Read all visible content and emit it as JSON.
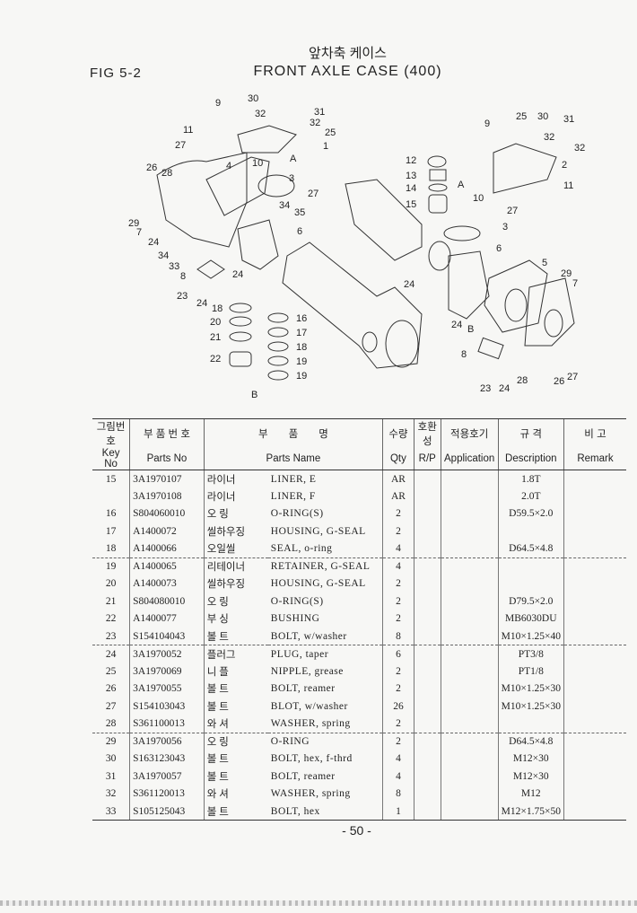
{
  "header": {
    "fig": "FIG 5-2",
    "title_ko": "앞차축 케이스",
    "title_en": "FRONT AXLE CASE (400)"
  },
  "diagram": {
    "callouts": [
      "9",
      "30",
      "32",
      "31",
      "32",
      "25",
      "1",
      "11",
      "27",
      "26",
      "28",
      "4",
      "10",
      "A",
      "3",
      "27",
      "34",
      "35",
      "29",
      "7",
      "24",
      "6",
      "34",
      "33",
      "8",
      "24",
      "23",
      "24",
      "18",
      "20",
      "21",
      "22",
      "16",
      "17",
      "18",
      "19",
      "19",
      "B",
      "9",
      "25",
      "30",
      "31",
      "32",
      "32",
      "2",
      "11",
      "12",
      "13",
      "14",
      "15",
      "A",
      "10",
      "27",
      "3",
      "6",
      "5",
      "29",
      "7",
      "24",
      "24",
      "B",
      "8",
      "23",
      "24",
      "28",
      "26",
      "27"
    ]
  },
  "table": {
    "headers_ko": [
      "그림번호",
      "부 품 번 호",
      "부　　품　　명",
      "수량",
      "호환성",
      "적용호기",
      "규 격",
      "비 고"
    ],
    "headers_en": [
      "Key No",
      "Parts No",
      "Parts Name",
      "Qty",
      "R/P",
      "Application",
      "Description",
      "Remark"
    ],
    "rows": [
      {
        "key": "15",
        "part_no": "3A1970107",
        "name_ko": "라이너",
        "name_en": "LINER, E",
        "qty": "AR",
        "desc": "1.8T"
      },
      {
        "key": "",
        "part_no": "3A1970108",
        "name_ko": "라이너",
        "name_en": "LINER, F",
        "qty": "AR",
        "desc": "2.0T"
      },
      {
        "key": "16",
        "part_no": "S804060010",
        "name_ko": "오 링",
        "name_en": "O-RING(S)",
        "qty": "2",
        "desc": "D59.5×2.0"
      },
      {
        "key": "17",
        "part_no": "A1400072",
        "name_ko": "씰하우징",
        "name_en": "HOUSING, G-SEAL",
        "qty": "2",
        "desc": ""
      },
      {
        "key": "18",
        "part_no": "A1400066",
        "name_ko": "오일씰",
        "name_en": "SEAL, o-ring",
        "qty": "4",
        "desc": "D64.5×4.8"
      },
      {
        "key": "19",
        "part_no": "A1400065",
        "name_ko": "리테이너",
        "name_en": "RETAINER, G-SEAL",
        "qty": "4",
        "desc": ""
      },
      {
        "key": "20",
        "part_no": "A1400073",
        "name_ko": "씰하우징",
        "name_en": "HOUSING, G-SEAL",
        "qty": "2",
        "desc": ""
      },
      {
        "key": "21",
        "part_no": "S804080010",
        "name_ko": "오 링",
        "name_en": "O-RING(S)",
        "qty": "2",
        "desc": "D79.5×2.0"
      },
      {
        "key": "22",
        "part_no": "A1400077",
        "name_ko": "부 싱",
        "name_en": "BUSHING",
        "qty": "2",
        "desc": "MB6030DU"
      },
      {
        "key": "23",
        "part_no": "S154104043",
        "name_ko": "볼 트",
        "name_en": "BOLT, w/washer",
        "qty": "8",
        "desc": "M10×1.25×40"
      },
      {
        "key": "24",
        "part_no": "3A1970052",
        "name_ko": "플러그",
        "name_en": "PLUG, taper",
        "qty": "6",
        "desc": "PT3/8"
      },
      {
        "key": "25",
        "part_no": "3A1970069",
        "name_ko": "니 플",
        "name_en": "NIPPLE, grease",
        "qty": "2",
        "desc": "PT1/8"
      },
      {
        "key": "26",
        "part_no": "3A1970055",
        "name_ko": "볼 트",
        "name_en": "BOLT, reamer",
        "qty": "2",
        "desc": "M10×1.25×30"
      },
      {
        "key": "27",
        "part_no": "S154103043",
        "name_ko": "볼 트",
        "name_en": "BLOT, w/washer",
        "qty": "26",
        "desc": "M10×1.25×30"
      },
      {
        "key": "28",
        "part_no": "S361100013",
        "name_ko": "와 셔",
        "name_en": "WASHER, spring",
        "qty": "2",
        "desc": ""
      },
      {
        "key": "29",
        "part_no": "3A1970056",
        "name_ko": "오 링",
        "name_en": "O-RING",
        "qty": "2",
        "desc": "D64.5×4.8"
      },
      {
        "key": "30",
        "part_no": "S163123043",
        "name_ko": "볼 트",
        "name_en": "BOLT, hex, f-thrd",
        "qty": "4",
        "desc": "M12×30"
      },
      {
        "key": "31",
        "part_no": "3A1970057",
        "name_ko": "볼 트",
        "name_en": "BOLT, reamer",
        "qty": "4",
        "desc": "M12×30"
      },
      {
        "key": "32",
        "part_no": "S361120013",
        "name_ko": "와 셔",
        "name_en": "WASHER, spring",
        "qty": "8",
        "desc": "M12"
      },
      {
        "key": "33",
        "part_no": "S105125043",
        "name_ko": "볼 트",
        "name_en": "BOLT, hex",
        "qty": "1",
        "desc": "M12×1.75×50"
      }
    ]
  },
  "footer": {
    "page": "- 50 -"
  }
}
